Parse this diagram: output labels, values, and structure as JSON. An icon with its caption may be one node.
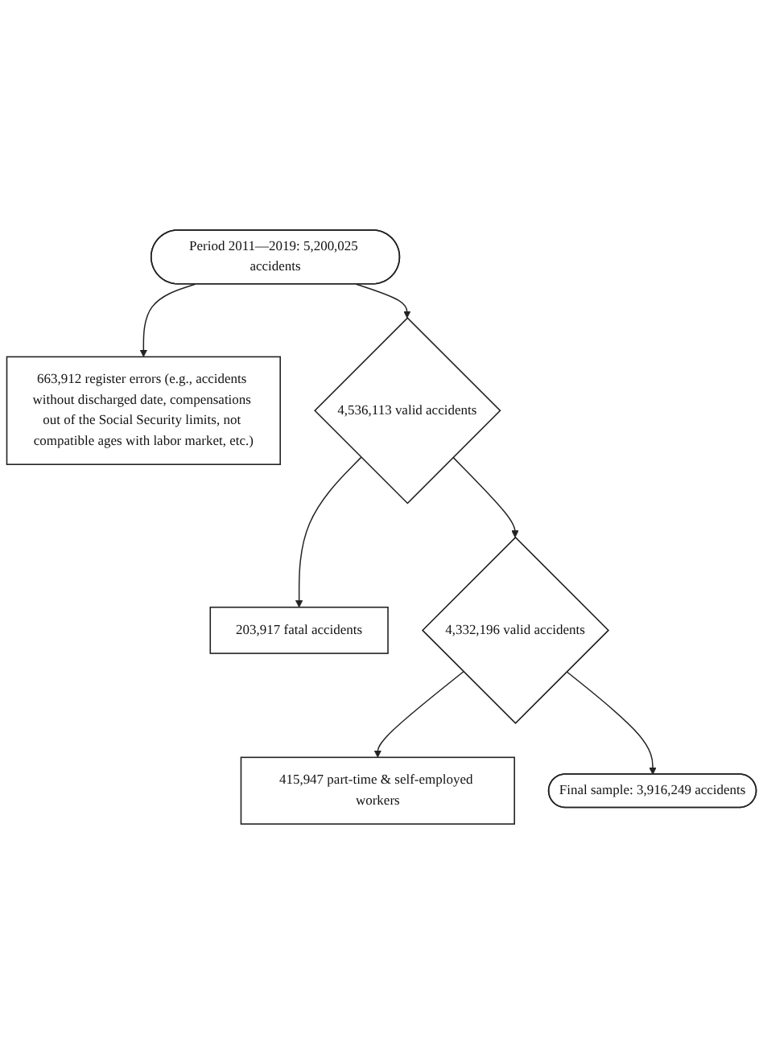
{
  "diagram": {
    "nodes": [
      {
        "text": [
          "Period 2011—2019: 5,200,025 accidents"
        ]
      },
      {
        "text": [
          "663,912 register errors (e.g., accidents without discharged date, compensations out of the Social Security limits, not compatible ages with labor market, etc.)"
        ]
      },
      {
        "text": [
          "4,536,113 valid accidents"
        ]
      },
      {
        "text": [
          "203,917 fatal accidents"
        ]
      },
      {
        "text": [
          "4,332,196 valid accidents"
        ]
      },
      {
        "text": [
          "415,947 part-time & self-employed workers"
        ]
      },
      {
        "text": [
          "Final sample: 3,916,249 accidents"
        ]
      }
    ],
    "edges": [
      {
        "from": 0,
        "to": 1,
        "arrow": "to"
      },
      {
        "from": 0,
        "to": 2,
        "arrow": "to"
      },
      {
        "from": 2,
        "to": 3,
        "arrow": "to"
      },
      {
        "from": 2,
        "to": 4,
        "arrow": "to"
      },
      {
        "from": 4,
        "to": 5,
        "arrow": "to"
      },
      {
        "from": 4,
        "to": 6,
        "arrow": "to"
      }
    ]
  }
}
